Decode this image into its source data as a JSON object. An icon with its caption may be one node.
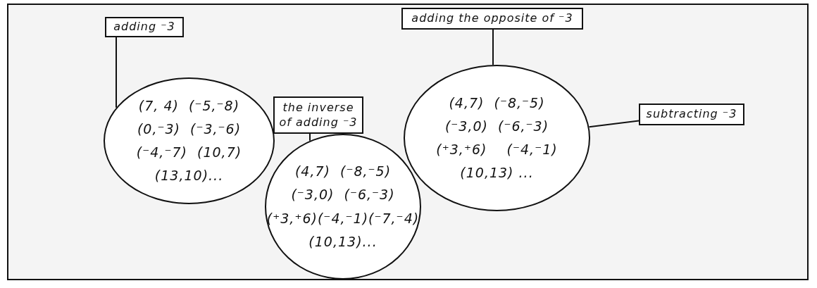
{
  "diagram": {
    "nodes": [
      {
        "text": [
          "adding ⁻3"
        ]
      },
      {
        "text": [
          "(7, 4)  (⁻5,⁻8)",
          "(0,⁻3)  (⁻3,⁻6)",
          "(⁻4,⁻7)  (10,7)",
          "(13,10)..."
        ]
      },
      {
        "text": [
          "the inverse of adding ⁻3"
        ]
      },
      {
        "text": [
          "(4,7)  (⁻8,⁻5)",
          "(⁻3,0)  (⁻6,⁻3)",
          "(⁺3,⁺6)(⁻4,⁻1)(⁻7,⁻4)",
          "(10,13)..."
        ]
      },
      {
        "text": [
          "adding the opposite of ⁻3"
        ]
      },
      {
        "text": [
          "subtracting ⁻3"
        ]
      },
      {
        "text": [
          "(4,7)  (⁻8,⁻5)",
          "(⁻3,0)  (⁻6,⁻3)",
          "(⁺3,⁺6)    (⁻4,⁻1)",
          "(10,13) ..."
        ]
      }
    ],
    "edges": [
      {
        "from": 0,
        "to": 1,
        "arrow": "none"
      },
      {
        "from": 2,
        "to": 3,
        "arrow": "none"
      },
      {
        "from": 4,
        "to": 6,
        "arrow": "none"
      },
      {
        "from": 5,
        "to": 6,
        "arrow": "none"
      }
    ]
  }
}
